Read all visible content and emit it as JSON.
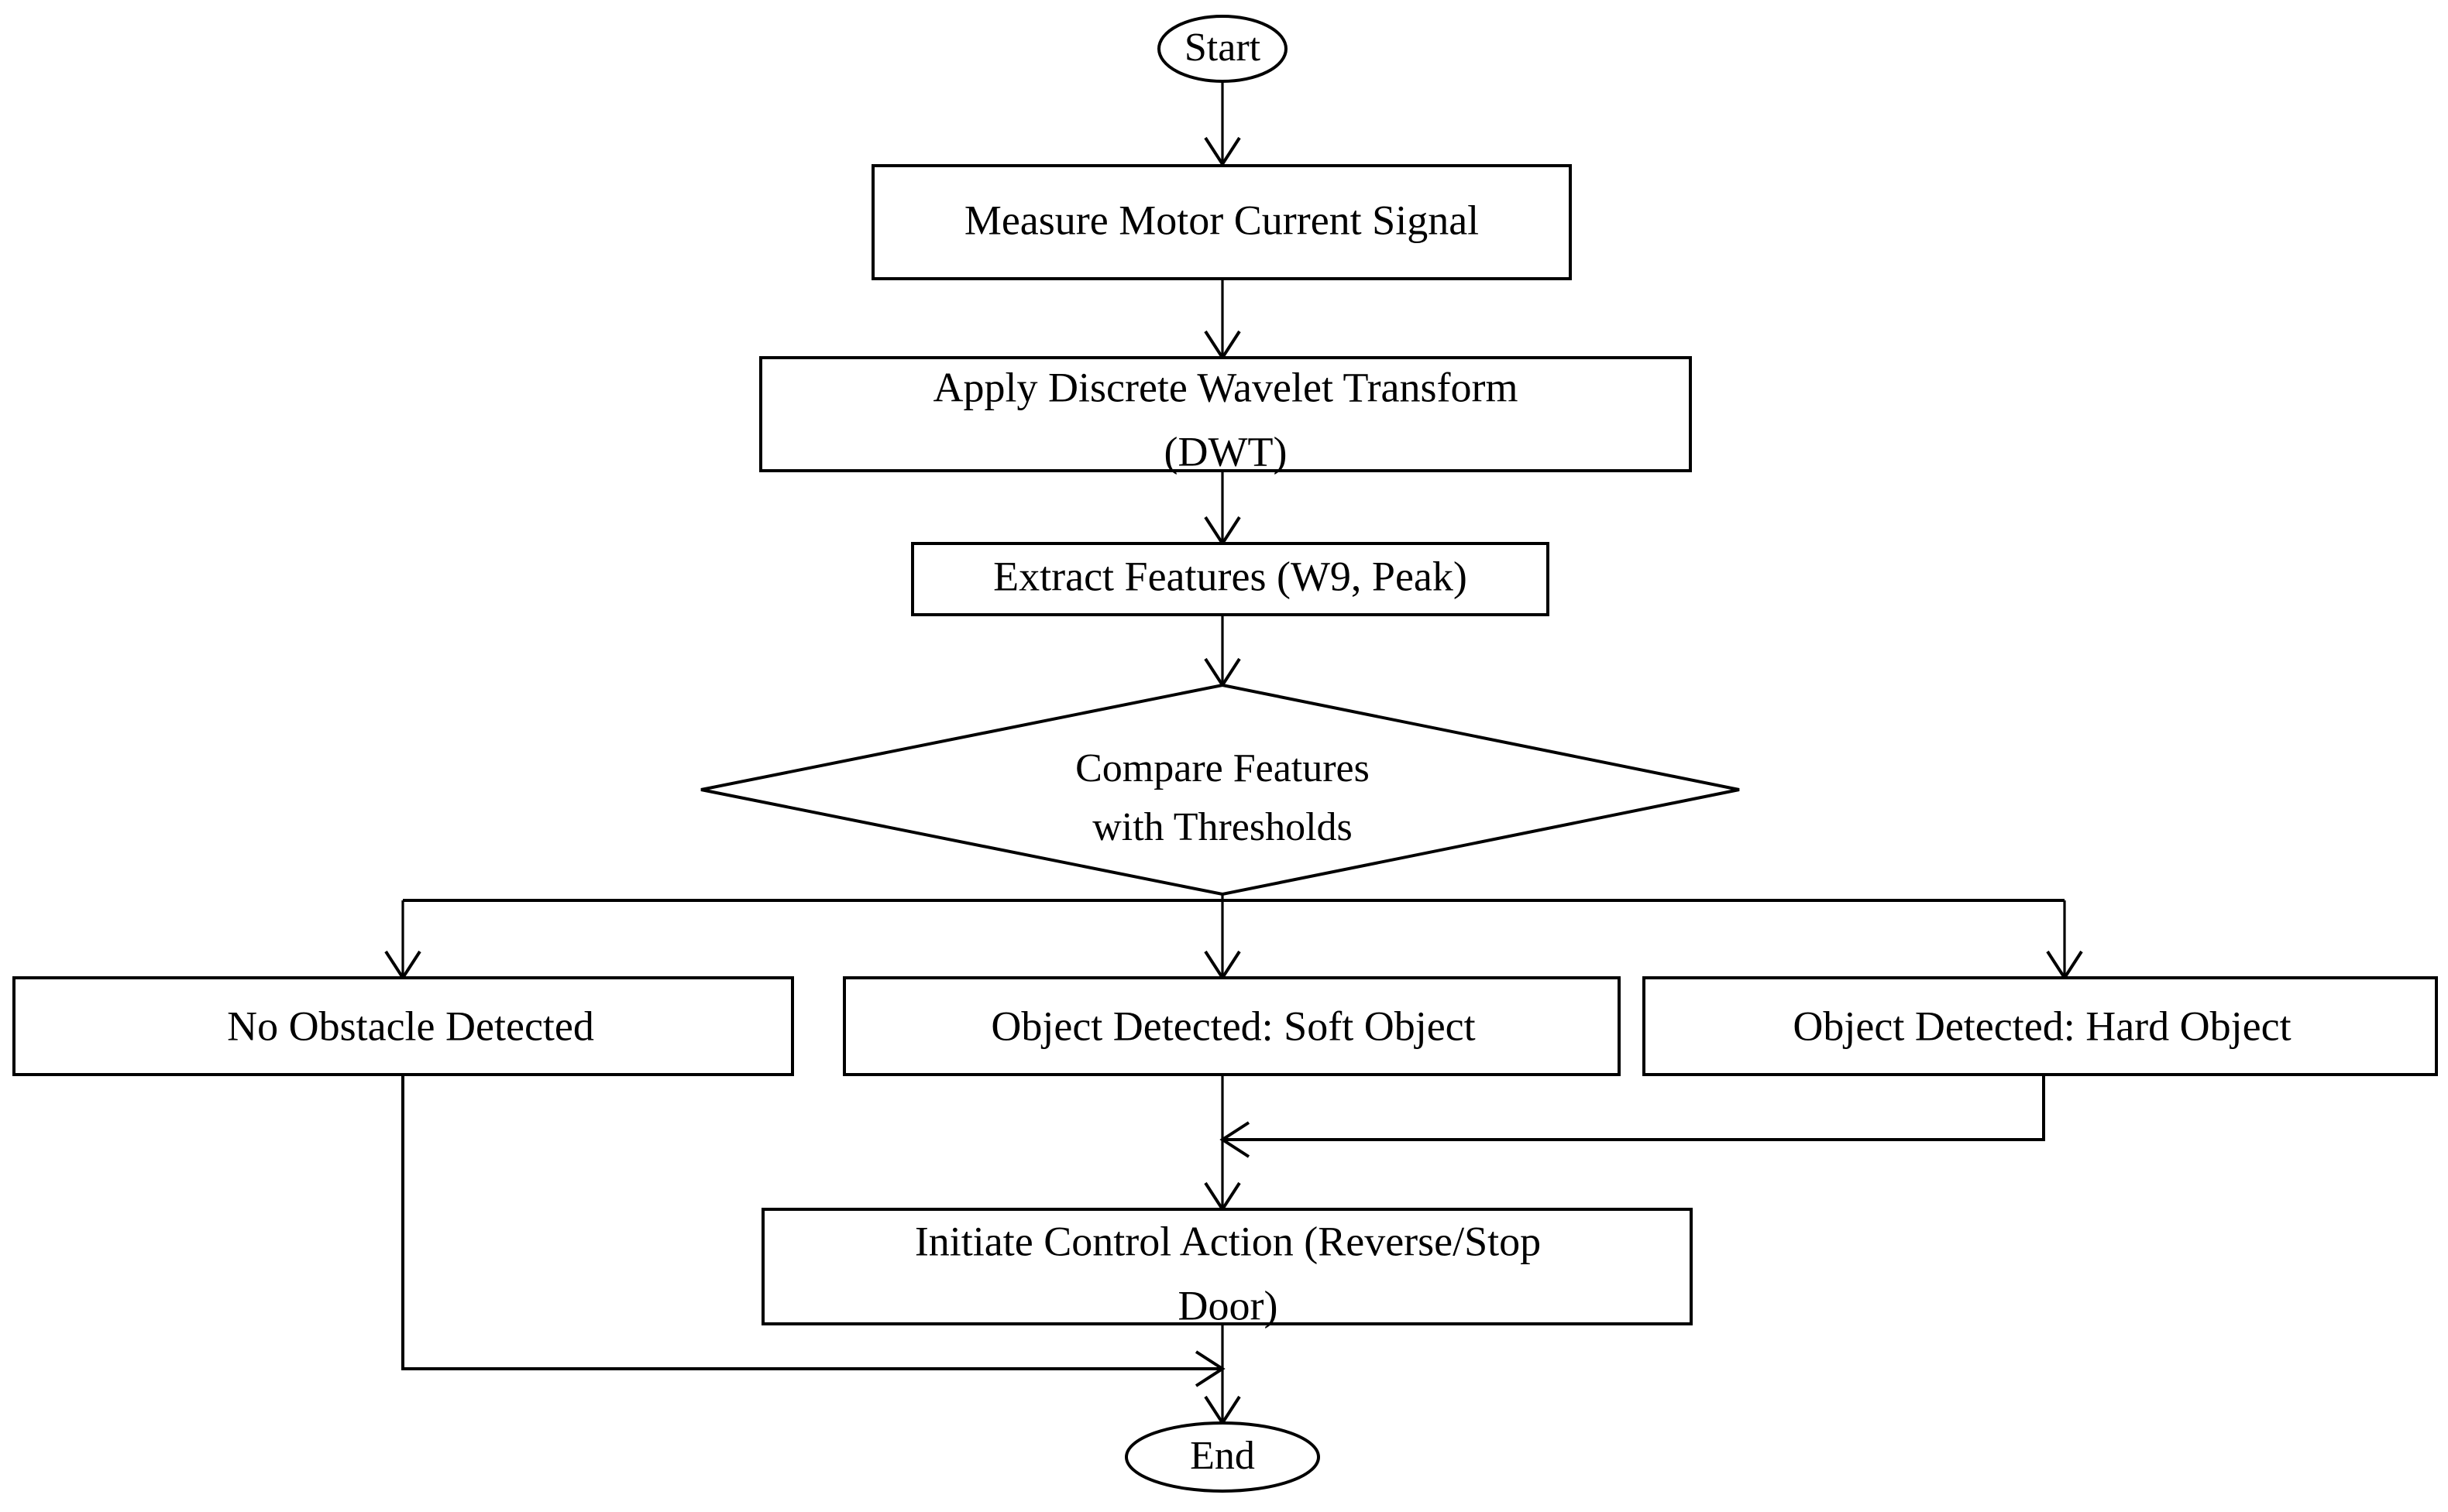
{
  "diagram": {
    "type": "flowchart",
    "title": "",
    "orientation": "top-to-bottom",
    "background_color": "#ffffff",
    "line_color": "#000000",
    "fill_color": "#ffffff"
  },
  "nodes": {
    "start": {
      "id": "start",
      "shape": "ellipse",
      "label": "Start"
    },
    "measure": {
      "id": "measure",
      "shape": "rectangle",
      "label": "Measure Motor Current Signal"
    },
    "dwt": {
      "id": "dwt",
      "shape": "rectangle",
      "label_line1": "Apply Discrete Wavelet Transform",
      "label_line2": "(DWT)"
    },
    "extract": {
      "id": "extract",
      "shape": "rectangle",
      "label": "Extract Features (W9, Peak)"
    },
    "decision": {
      "id": "decision",
      "shape": "diamond",
      "label_line1": "Compare Features",
      "label_line2": "with Thresholds"
    },
    "no_obstacle": {
      "id": "no_obstacle",
      "shape": "rectangle",
      "label": "No Obstacle Detected"
    },
    "soft_object": {
      "id": "soft_object",
      "shape": "rectangle",
      "label": "Object Detected: Soft Object"
    },
    "hard_object": {
      "id": "hard_object",
      "shape": "rectangle",
      "label": "Object Detected: Hard Object"
    },
    "control_action": {
      "id": "control_action",
      "shape": "rectangle",
      "label_line1": "Initiate Control Action (Reverse/Stop",
      "label_line2": "Door)"
    },
    "end": {
      "id": "end",
      "shape": "ellipse",
      "label": "End"
    }
  },
  "edges": [
    {
      "id": "e1",
      "from": "start",
      "to": "measure",
      "label": ""
    },
    {
      "id": "e2",
      "from": "measure",
      "to": "dwt",
      "label": ""
    },
    {
      "id": "e3",
      "from": "dwt",
      "to": "extract",
      "label": ""
    },
    {
      "id": "e4",
      "from": "extract",
      "to": "decision",
      "label": ""
    },
    {
      "id": "e5",
      "from": "decision",
      "to": "no_obstacle",
      "label": ""
    },
    {
      "id": "e6",
      "from": "decision",
      "to": "soft_object",
      "label": ""
    },
    {
      "id": "e7",
      "from": "decision",
      "to": "hard_object",
      "label": ""
    },
    {
      "id": "e8",
      "from": "soft_object",
      "to": "control_action",
      "label": ""
    },
    {
      "id": "e9",
      "from": "hard_object",
      "to": "control_action",
      "label": ""
    },
    {
      "id": "e10",
      "from": "control_action",
      "to": "end",
      "label": ""
    },
    {
      "id": "e11",
      "from": "no_obstacle",
      "to": "end",
      "label": ""
    }
  ]
}
